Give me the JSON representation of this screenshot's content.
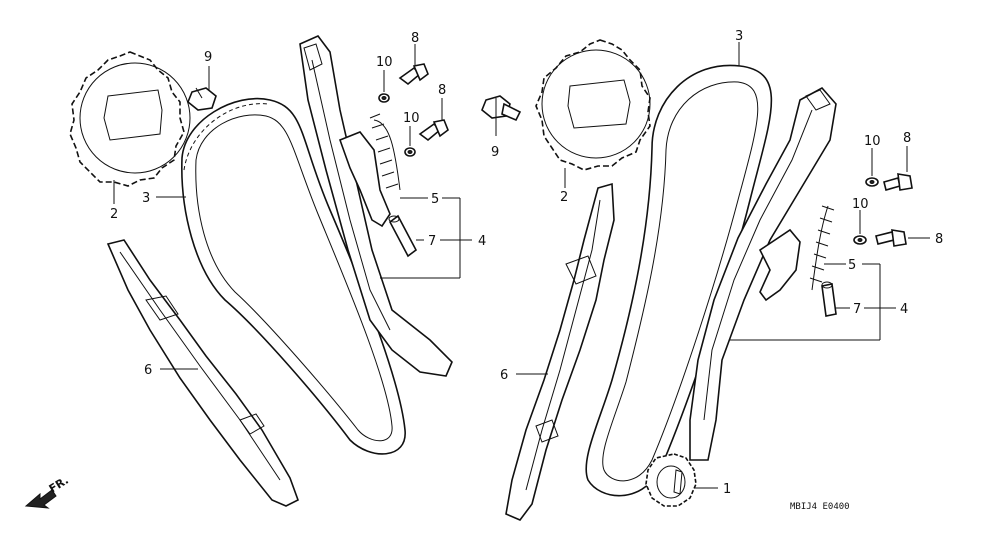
{
  "diagram": {
    "callouts": {
      "left": [
        "2",
        "3",
        "9",
        "10",
        "8",
        "10",
        "8",
        "5",
        "7",
        "4",
        "6"
      ],
      "right": [
        "3",
        "2",
        "9",
        "10",
        "8",
        "10",
        "8",
        "5",
        "7",
        "4",
        "6",
        "1"
      ]
    },
    "direction_label": "FR.",
    "figure_code": "MBIJ4 E0400"
  }
}
